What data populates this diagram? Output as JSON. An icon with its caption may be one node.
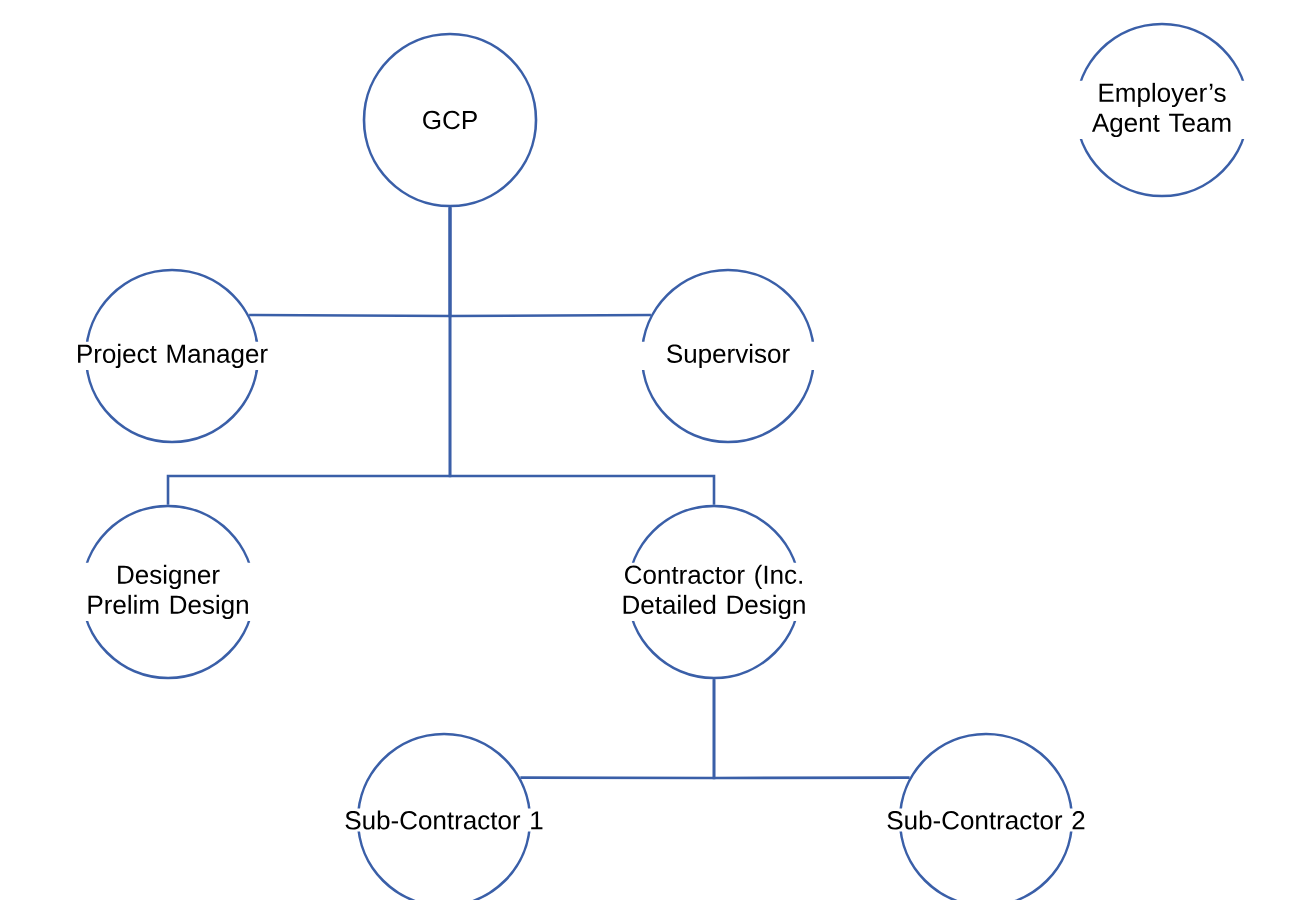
{
  "diagram": {
    "nodes": [
      {
        "text": [
          "GCP"
        ]
      },
      {
        "text": [
          "Employer’s Agent Team"
        ]
      },
      {
        "text": [
          "Project Manager"
        ]
      },
      {
        "text": [
          "Supervisor"
        ]
      },
      {
        "text": [
          "Designer Prelim Design"
        ]
      },
      {
        "text": [
          "Contractor (Inc. Detailed Design"
        ]
      },
      {
        "text": [
          "Sub-Contractor 1"
        ]
      },
      {
        "text": [
          "Sub-Contractor 2"
        ]
      }
    ],
    "edges": [
      {
        "from": 0,
        "to": 2,
        "arrow": "none"
      },
      {
        "from": 0,
        "to": 3,
        "arrow": "none"
      },
      {
        "from": 0,
        "to": 4,
        "arrow": "none"
      },
      {
        "from": 0,
        "to": 5,
        "arrow": "none"
      },
      {
        "from": 5,
        "to": 6,
        "arrow": "none"
      },
      {
        "from": 5,
        "to": 7,
        "arrow": "none"
      }
    ]
  }
}
